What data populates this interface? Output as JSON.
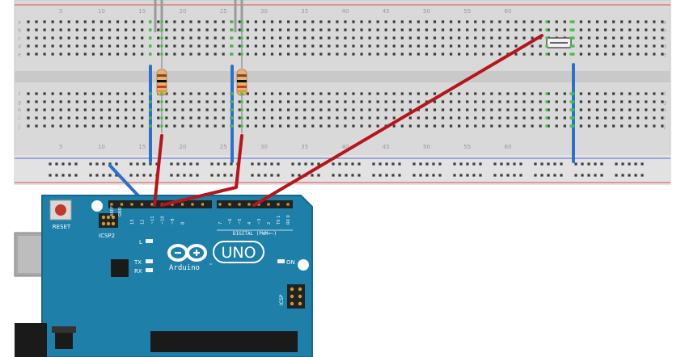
{
  "colors": {
    "breadboard": "#dcdcdc",
    "board_blue": "#1e7fa8",
    "wire_red": "#b4161b",
    "wire_blue": "#3b74c9",
    "rail_red": "#e34a4a",
    "rail_blue": "#5566cc",
    "resistor_body": "#e2b27a"
  },
  "breadboard": {
    "column_labels": [
      "5",
      "10",
      "15",
      "20",
      "25",
      "30",
      "35",
      "40",
      "45",
      "50",
      "55",
      "60"
    ],
    "row_labels_top": [
      "a",
      "b",
      "c",
      "d",
      "e"
    ],
    "row_labels_bottom": [
      "f",
      "g",
      "h",
      "i",
      "j"
    ]
  },
  "components": {
    "resistors": [
      "resistor-1",
      "resistor-2"
    ],
    "button": "pushbutton"
  },
  "arduino": {
    "reset_label": "RESET",
    "icsp2_label": "ICSP2",
    "l_label": "L",
    "tx_label": "TX",
    "rx_label": "RX",
    "on_label": "ON",
    "brand_label": "Arduino",
    "tm": "™",
    "model_label": "UNO",
    "digital_label": "DIGITAL (PWM=~)",
    "icsp_label": "ICSP",
    "aref_label": "AREF",
    "gnd_label": "GND",
    "pin_labels": [
      "13",
      "12",
      "~11",
      "~10",
      "~9",
      "8",
      "7",
      "~6",
      "~5",
      "4",
      "~3",
      "2",
      "TX 1",
      "RX 0"
    ]
  }
}
